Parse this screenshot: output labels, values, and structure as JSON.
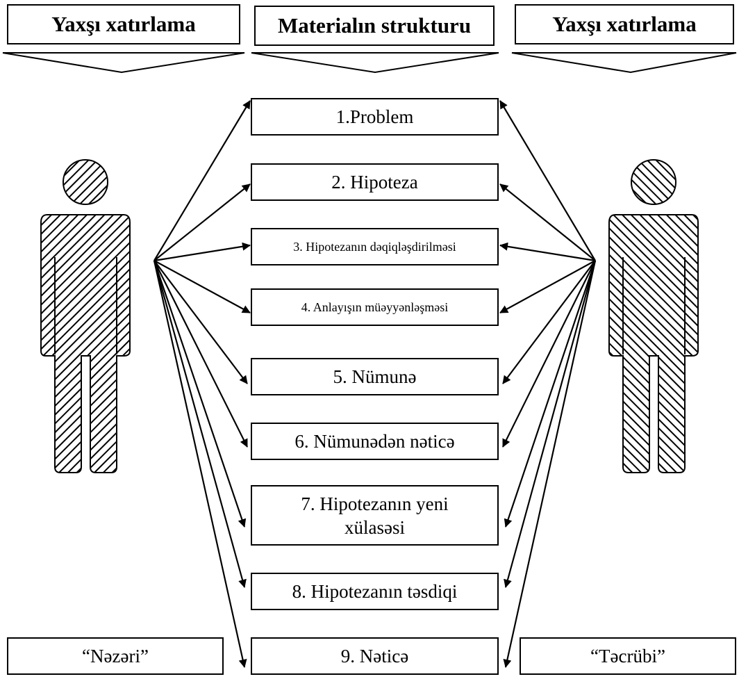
{
  "headers": {
    "left": "Yaxşı xatırlama",
    "center": "Materialın strukturu",
    "right": "Yaxşı xatırlama"
  },
  "steps": [
    "1.Problem",
    "2. Hipoteza",
    "3. Hipotezanın dəqiqləşdirilməsi",
    "4. Anlayışın müəyyənləşməsi",
    "5. Nümunə",
    "6. Nümunədən nəticə",
    "7. Hipotezanın yeni xülasəsi",
    "8. Hipotezanın təsdiqi",
    "9. Nəticə"
  ],
  "footers": {
    "left": "“Nəzəri”",
    "right": "“Təcrübi”"
  },
  "figures": {
    "left": "person-figure-hatched",
    "right": "person-figure-hatched"
  }
}
